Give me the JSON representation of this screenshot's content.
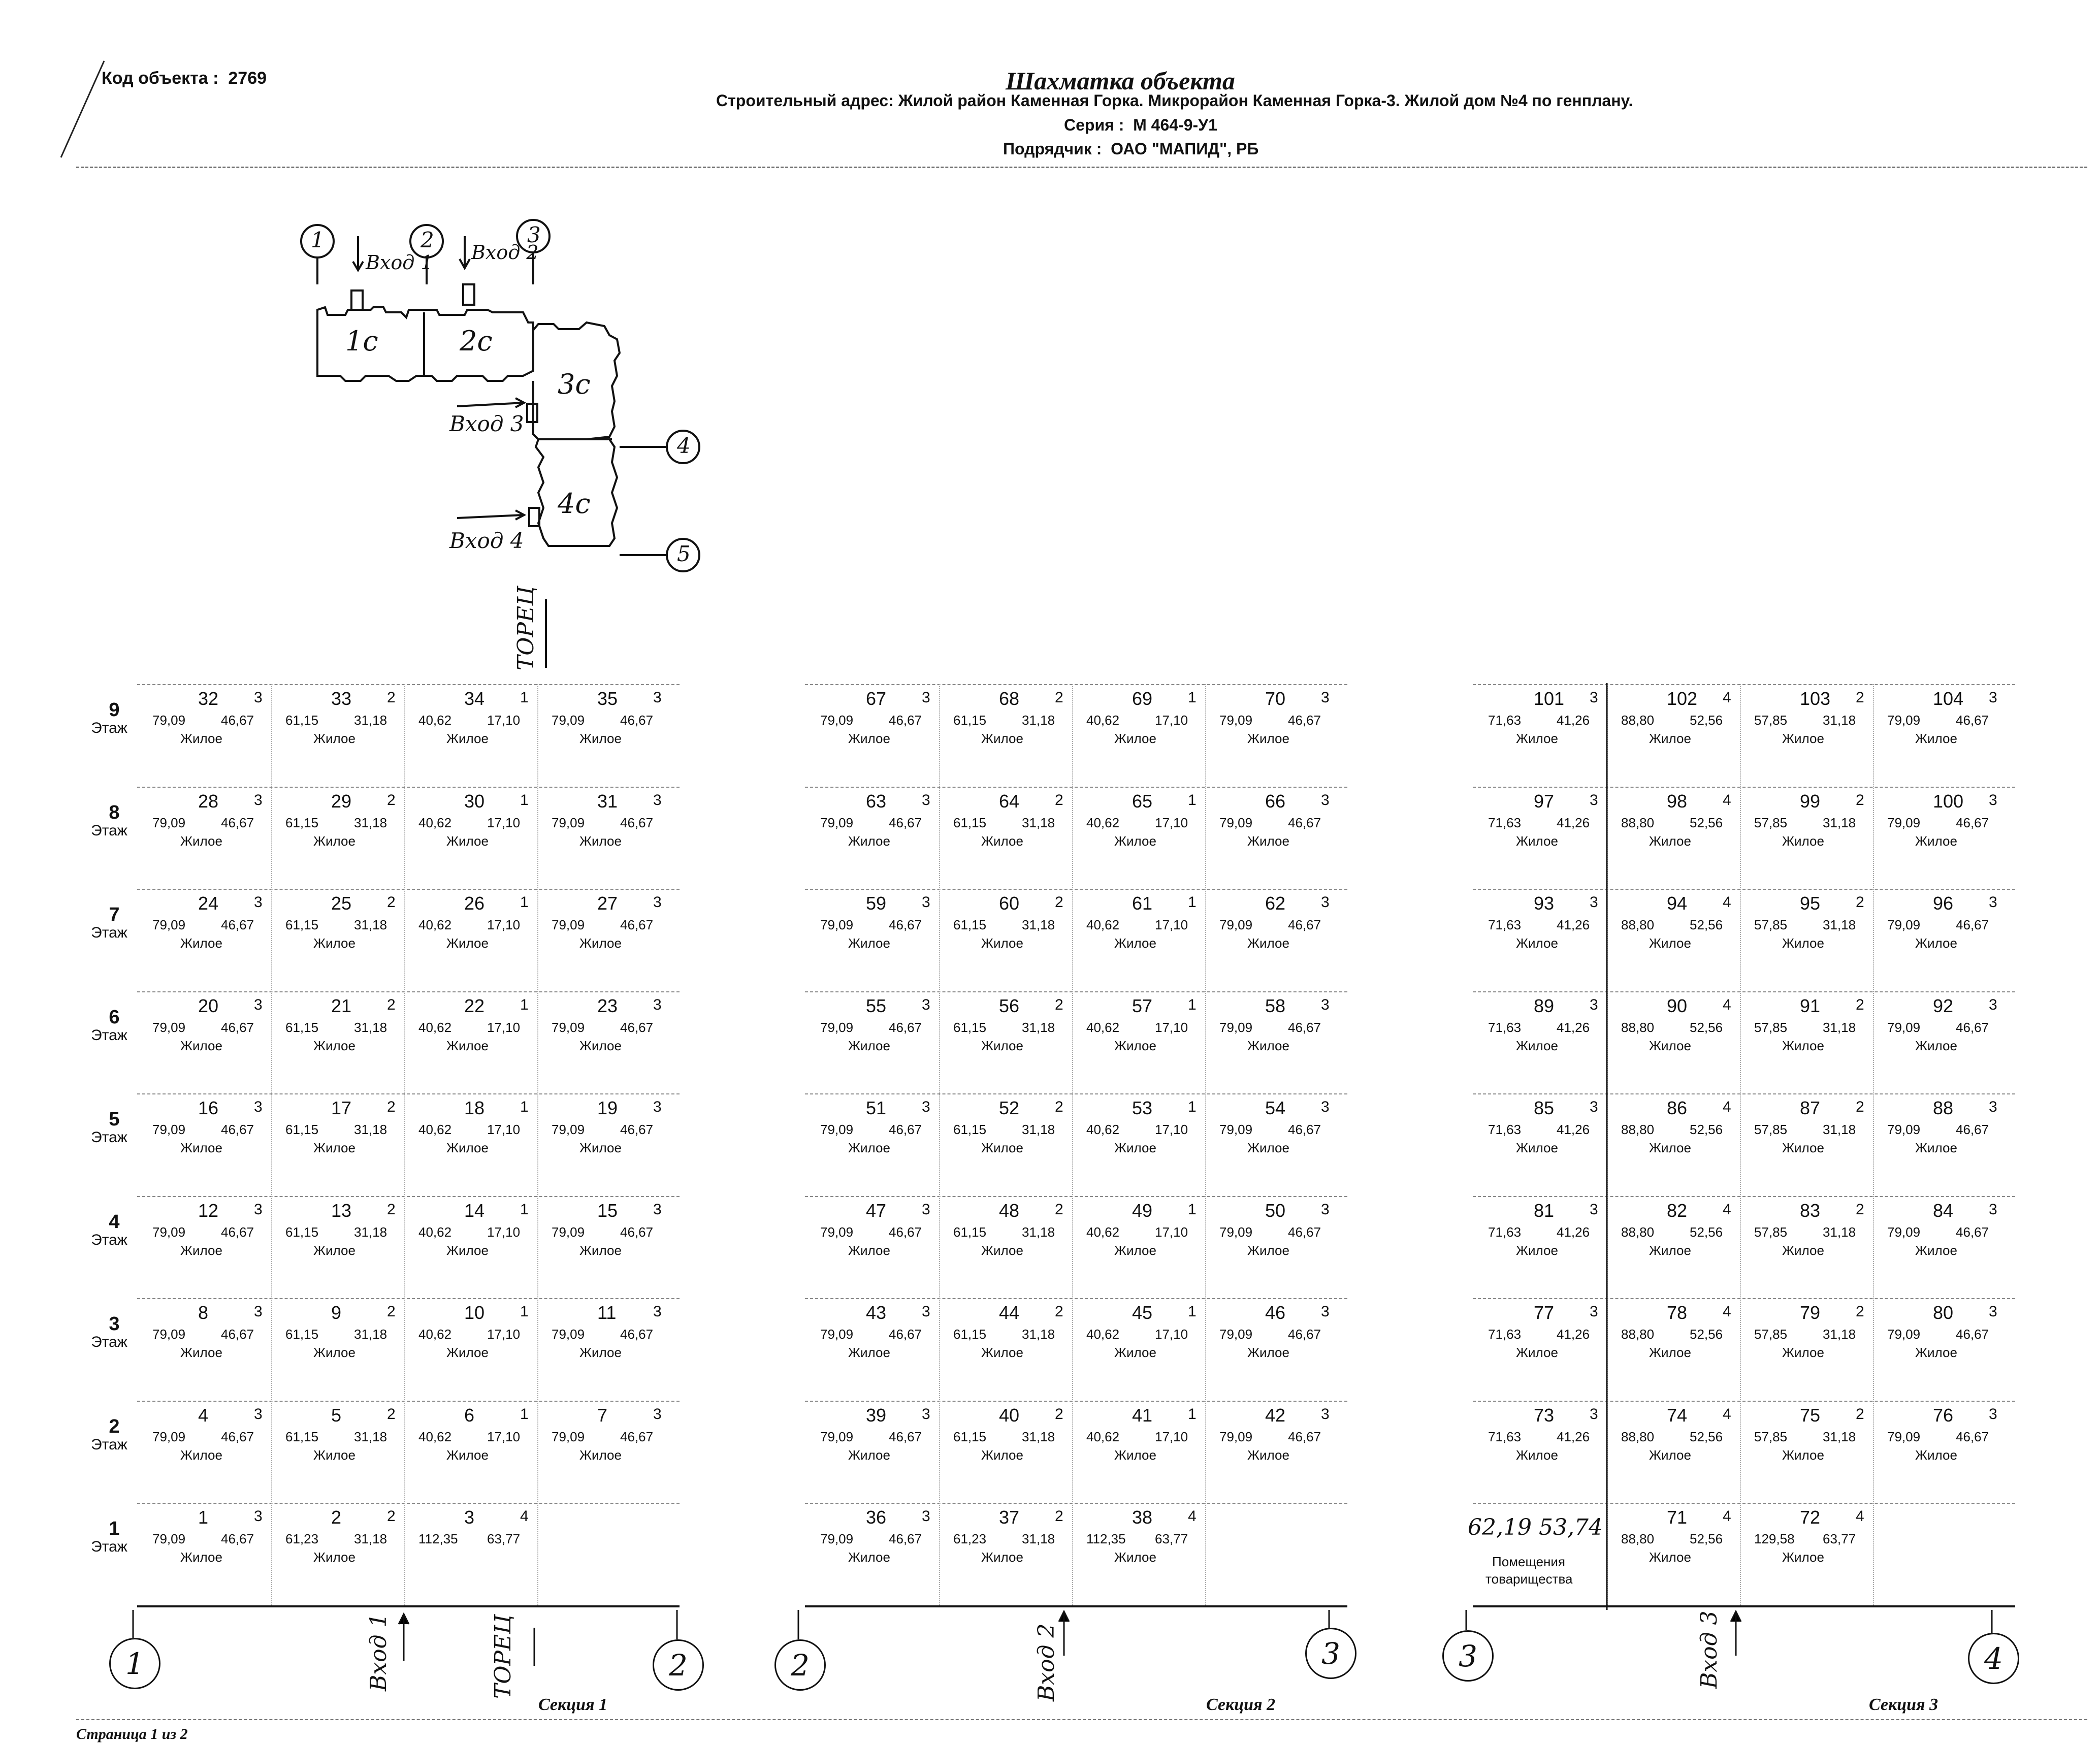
{
  "header": {
    "object_code_label": "Код объекта :",
    "object_code": "2769",
    "title": "Шахматка объекта",
    "address": "Строительный адрес: Жилой район Каменная Горка. Микрорайон Каменная Горка-3. Жилой дом №4 по генплану.",
    "series_label": "Серия :",
    "series": "М 464-9-У1",
    "contractor_label": "Подрядчик :",
    "contractor": "ОАО \"МАПИД\", РБ"
  },
  "plan": {
    "sections": [
      "1с",
      "2с",
      "3с",
      "4с"
    ],
    "axes": [
      "1",
      "2",
      "3",
      "4",
      "5"
    ],
    "entrances": [
      "Вход 1",
      "Вход 2",
      "Вход 3",
      "Вход 4"
    ],
    "end_label": "ТОРЕЦ"
  },
  "floor_word": "Этаж",
  "floors": [
    "9",
    "8",
    "7",
    "6",
    "5",
    "4",
    "3",
    "2",
    "1"
  ],
  "sections": [
    {
      "label": "Секция 1",
      "axis_left": "1",
      "axis_right": "2",
      "entrance": "Вход 1",
      "end_label": "ТОРЕЦ",
      "rows": [
        [
          {
            "n": "32",
            "r": "3",
            "t": "79,09",
            "l": "46,67",
            "u": "Жилое"
          },
          {
            "n": "33",
            "r": "2",
            "t": "61,15",
            "l": "31,18",
            "u": "Жилое"
          },
          {
            "n": "34",
            "r": "1",
            "t": "40,62",
            "l": "17,10",
            "u": "Жилое"
          },
          {
            "n": "35",
            "r": "3",
            "t": "79,09",
            "l": "46,67",
            "u": "Жилое"
          }
        ],
        [
          {
            "n": "28",
            "r": "3",
            "t": "79,09",
            "l": "46,67",
            "u": "Жилое"
          },
          {
            "n": "29",
            "r": "2",
            "t": "61,15",
            "l": "31,18",
            "u": "Жилое"
          },
          {
            "n": "30",
            "r": "1",
            "t": "40,62",
            "l": "17,10",
            "u": "Жилое"
          },
          {
            "n": "31",
            "r": "3",
            "t": "79,09",
            "l": "46,67",
            "u": "Жилое"
          }
        ],
        [
          {
            "n": "24",
            "r": "3",
            "t": "79,09",
            "l": "46,67",
            "u": "Жилое"
          },
          {
            "n": "25",
            "r": "2",
            "t": "61,15",
            "l": "31,18",
            "u": "Жилое"
          },
          {
            "n": "26",
            "r": "1",
            "t": "40,62",
            "l": "17,10",
            "u": "Жилое"
          },
          {
            "n": "27",
            "r": "3",
            "t": "79,09",
            "l": "46,67",
            "u": "Жилое"
          }
        ],
        [
          {
            "n": "20",
            "r": "3",
            "t": "79,09",
            "l": "46,67",
            "u": "Жилое"
          },
          {
            "n": "21",
            "r": "2",
            "t": "61,15",
            "l": "31,18",
            "u": "Жилое"
          },
          {
            "n": "22",
            "r": "1",
            "t": "40,62",
            "l": "17,10",
            "u": "Жилое"
          },
          {
            "n": "23",
            "r": "3",
            "t": "79,09",
            "l": "46,67",
            "u": "Жилое"
          }
        ],
        [
          {
            "n": "16",
            "r": "3",
            "t": "79,09",
            "l": "46,67",
            "u": "Жилое"
          },
          {
            "n": "17",
            "r": "2",
            "t": "61,15",
            "l": "31,18",
            "u": "Жилое"
          },
          {
            "n": "18",
            "r": "1",
            "t": "40,62",
            "l": "17,10",
            "u": "Жилое"
          },
          {
            "n": "19",
            "r": "3",
            "t": "79,09",
            "l": "46,67",
            "u": "Жилое"
          }
        ],
        [
          {
            "n": "12",
            "r": "3",
            "t": "79,09",
            "l": "46,67",
            "u": "Жилое"
          },
          {
            "n": "13",
            "r": "2",
            "t": "61,15",
            "l": "31,18",
            "u": "Жилое"
          },
          {
            "n": "14",
            "r": "1",
            "t": "40,62",
            "l": "17,10",
            "u": "Жилое"
          },
          {
            "n": "15",
            "r": "3",
            "t": "79,09",
            "l": "46,67",
            "u": "Жилое"
          }
        ],
        [
          {
            "n": "8",
            "r": "3",
            "t": "79,09",
            "l": "46,67",
            "u": "Жилое"
          },
          {
            "n": "9",
            "r": "2",
            "t": "61,15",
            "l": "31,18",
            "u": "Жилое"
          },
          {
            "n": "10",
            "r": "1",
            "t": "40,62",
            "l": "17,10",
            "u": "Жилое"
          },
          {
            "n": "11",
            "r": "3",
            "t": "79,09",
            "l": "46,67",
            "u": "Жилое"
          }
        ],
        [
          {
            "n": "4",
            "r": "3",
            "t": "79,09",
            "l": "46,67",
            "u": "Жилое"
          },
          {
            "n": "5",
            "r": "2",
            "t": "61,15",
            "l": "31,18",
            "u": "Жилое"
          },
          {
            "n": "6",
            "r": "1",
            "t": "40,62",
            "l": "17,10",
            "u": "Жилое"
          },
          {
            "n": "7",
            "r": "3",
            "t": "79,09",
            "l": "46,67",
            "u": "Жилое"
          }
        ],
        [
          {
            "n": "1",
            "r": "3",
            "t": "79,09",
            "l": "46,67",
            "u": "Жилое"
          },
          {
            "n": "2",
            "r": "2",
            "t": "61,23",
            "l": "31,18",
            "u": "Жилое"
          },
          {
            "n": "3",
            "r": "4",
            "t": "112,35",
            "l": "63,77",
            "u": ""
          }
        ]
      ]
    },
    {
      "label": "Секция 2",
      "axis_left": "2",
      "axis_right": "3",
      "entrance": "Вход 2",
      "rows": [
        [
          {
            "n": "67",
            "r": "3",
            "t": "79,09",
            "l": "46,67",
            "u": "Жилое"
          },
          {
            "n": "68",
            "r": "2",
            "t": "61,15",
            "l": "31,18",
            "u": "Жилое"
          },
          {
            "n": "69",
            "r": "1",
            "t": "40,62",
            "l": "17,10",
            "u": "Жилое"
          },
          {
            "n": "70",
            "r": "3",
            "t": "79,09",
            "l": "46,67",
            "u": "Жилое"
          }
        ],
        [
          {
            "n": "63",
            "r": "3",
            "t": "79,09",
            "l": "46,67",
            "u": "Жилое"
          },
          {
            "n": "64",
            "r": "2",
            "t": "61,15",
            "l": "31,18",
            "u": "Жилое"
          },
          {
            "n": "65",
            "r": "1",
            "t": "40,62",
            "l": "17,10",
            "u": "Жилое"
          },
          {
            "n": "66",
            "r": "3",
            "t": "79,09",
            "l": "46,67",
            "u": "Жилое"
          }
        ],
        [
          {
            "n": "59",
            "r": "3",
            "t": "79,09",
            "l": "46,67",
            "u": "Жилое"
          },
          {
            "n": "60",
            "r": "2",
            "t": "61,15",
            "l": "31,18",
            "u": "Жилое"
          },
          {
            "n": "61",
            "r": "1",
            "t": "40,62",
            "l": "17,10",
            "u": "Жилое"
          },
          {
            "n": "62",
            "r": "3",
            "t": "79,09",
            "l": "46,67",
            "u": "Жилое"
          }
        ],
        [
          {
            "n": "55",
            "r": "3",
            "t": "79,09",
            "l": "46,67",
            "u": "Жилое"
          },
          {
            "n": "56",
            "r": "2",
            "t": "61,15",
            "l": "31,18",
            "u": "Жилое"
          },
          {
            "n": "57",
            "r": "1",
            "t": "40,62",
            "l": "17,10",
            "u": "Жилое"
          },
          {
            "n": "58",
            "r": "3",
            "t": "79,09",
            "l": "46,67",
            "u": "Жилое"
          }
        ],
        [
          {
            "n": "51",
            "r": "3",
            "t": "79,09",
            "l": "46,67",
            "u": "Жилое"
          },
          {
            "n": "52",
            "r": "2",
            "t": "61,15",
            "l": "31,18",
            "u": "Жилое"
          },
          {
            "n": "53",
            "r": "1",
            "t": "40,62",
            "l": "17,10",
            "u": "Жилое"
          },
          {
            "n": "54",
            "r": "3",
            "t": "79,09",
            "l": "46,67",
            "u": "Жилое"
          }
        ],
        [
          {
            "n": "47",
            "r": "3",
            "t": "79,09",
            "l": "46,67",
            "u": "Жилое"
          },
          {
            "n": "48",
            "r": "2",
            "t": "61,15",
            "l": "31,18",
            "u": "Жилое"
          },
          {
            "n": "49",
            "r": "1",
            "t": "40,62",
            "l": "17,10",
            "u": "Жилое"
          },
          {
            "n": "50",
            "r": "3",
            "t": "79,09",
            "l": "46,67",
            "u": "Жилое"
          }
        ],
        [
          {
            "n": "43",
            "r": "3",
            "t": "79,09",
            "l": "46,67",
            "u": "Жилое"
          },
          {
            "n": "44",
            "r": "2",
            "t": "61,15",
            "l": "31,18",
            "u": "Жилое"
          },
          {
            "n": "45",
            "r": "1",
            "t": "40,62",
            "l": "17,10",
            "u": "Жилое"
          },
          {
            "n": "46",
            "r": "3",
            "t": "79,09",
            "l": "46,67",
            "u": "Жилое"
          }
        ],
        [
          {
            "n": "39",
            "r": "3",
            "t": "79,09",
            "l": "46,67",
            "u": "Жилое"
          },
          {
            "n": "40",
            "r": "2",
            "t": "61,15",
            "l": "31,18",
            "u": "Жилое"
          },
          {
            "n": "41",
            "r": "1",
            "t": "40,62",
            "l": "17,10",
            "u": "Жилое"
          },
          {
            "n": "42",
            "r": "3",
            "t": "79,09",
            "l": "46,67",
            "u": "Жилое"
          }
        ],
        [
          {
            "n": "36",
            "r": "3",
            "t": "79,09",
            "l": "46,67",
            "u": "Жилое"
          },
          {
            "n": "37",
            "r": "2",
            "t": "61,23",
            "l": "31,18",
            "u": "Жилое"
          },
          {
            "n": "38",
            "r": "4",
            "t": "112,35",
            "l": "63,77",
            "u": "Жилое"
          }
        ]
      ]
    },
    {
      "label": "Секция 3",
      "axis_left": "3",
      "axis_right": "4",
      "entrance": "Вход 3",
      "commercial": {
        "handwritten": "62,19  53,74",
        "line1": "Помещения",
        "line2": "товарищества"
      },
      "rows": [
        [
          {
            "n": "101",
            "r": "3",
            "t": "71,63",
            "l": "41,26",
            "u": "Жилое"
          },
          {
            "n": "102",
            "r": "4",
            "t": "88,80",
            "l": "52,56",
            "u": "Жилое"
          },
          {
            "n": "103",
            "r": "2",
            "t": "57,85",
            "l": "31,18",
            "u": "Жилое"
          },
          {
            "n": "104",
            "r": "3",
            "t": "79,09",
            "l": "46,67",
            "u": "Жилое"
          }
        ],
        [
          {
            "n": "97",
            "r": "3",
            "t": "71,63",
            "l": "41,26",
            "u": "Жилое"
          },
          {
            "n": "98",
            "r": "4",
            "t": "88,80",
            "l": "52,56",
            "u": "Жилое"
          },
          {
            "n": "99",
            "r": "2",
            "t": "57,85",
            "l": "31,18",
            "u": "Жилое"
          },
          {
            "n": "100",
            "r": "3",
            "t": "79,09",
            "l": "46,67",
            "u": "Жилое"
          }
        ],
        [
          {
            "n": "93",
            "r": "3",
            "t": "71,63",
            "l": "41,26",
            "u": "Жилое"
          },
          {
            "n": "94",
            "r": "4",
            "t": "88,80",
            "l": "52,56",
            "u": "Жилое"
          },
          {
            "n": "95",
            "r": "2",
            "t": "57,85",
            "l": "31,18",
            "u": "Жилое"
          },
          {
            "n": "96",
            "r": "3",
            "t": "79,09",
            "l": "46,67",
            "u": "Жилое"
          }
        ],
        [
          {
            "n": "89",
            "r": "3",
            "t": "71,63",
            "l": "41,26",
            "u": "Жилое"
          },
          {
            "n": "90",
            "r": "4",
            "t": "88,80",
            "l": "52,56",
            "u": "Жилое"
          },
          {
            "n": "91",
            "r": "2",
            "t": "57,85",
            "l": "31,18",
            "u": "Жилое"
          },
          {
            "n": "92",
            "r": "3",
            "t": "79,09",
            "l": "46,67",
            "u": "Жилое"
          }
        ],
        [
          {
            "n": "85",
            "r": "3",
            "t": "71,63",
            "l": "41,26",
            "u": "Жилое"
          },
          {
            "n": "86",
            "r": "4",
            "t": "88,80",
            "l": "52,56",
            "u": "Жилое"
          },
          {
            "n": "87",
            "r": "2",
            "t": "57,85",
            "l": "31,18",
            "u": "Жилое"
          },
          {
            "n": "88",
            "r": "3",
            "t": "79,09",
            "l": "46,67",
            "u": "Жилое"
          }
        ],
        [
          {
            "n": "81",
            "r": "3",
            "t": "71,63",
            "l": "41,26",
            "u": "Жилое"
          },
          {
            "n": "82",
            "r": "4",
            "t": "88,80",
            "l": "52,56",
            "u": "Жилое"
          },
          {
            "n": "83",
            "r": "2",
            "t": "57,85",
            "l": "31,18",
            "u": "Жилое"
          },
          {
            "n": "84",
            "r": "3",
            "t": "79,09",
            "l": "46,67",
            "u": "Жилое"
          }
        ],
        [
          {
            "n": "77",
            "r": "3",
            "t": "71,63",
            "l": "41,26",
            "u": "Жилое"
          },
          {
            "n": "78",
            "r": "4",
            "t": "88,80",
            "l": "52,56",
            "u": "Жилое"
          },
          {
            "n": "79",
            "r": "2",
            "t": "57,85",
            "l": "31,18",
            "u": "Жилое"
          },
          {
            "n": "80",
            "r": "3",
            "t": "79,09",
            "l": "46,67",
            "u": "Жилое"
          }
        ],
        [
          {
            "n": "73",
            "r": "3",
            "t": "71,63",
            "l": "41,26",
            "u": "Жилое"
          },
          {
            "n": "74",
            "r": "4",
            "t": "88,80",
            "l": "52,56",
            "u": "Жилое"
          },
          {
            "n": "75",
            "r": "2",
            "t": "57,85",
            "l": "31,18",
            "u": "Жилое"
          },
          {
            "n": "76",
            "r": "3",
            "t": "79,09",
            "l": "46,67",
            "u": "Жилое"
          }
        ],
        [
          {
            "n": "",
            "r": "",
            "t": "",
            "l": "",
            "u": ""
          },
          {
            "n": "71",
            "r": "4",
            "t": "88,80",
            "l": "52,56",
            "u": "Жилое"
          },
          {
            "n": "72",
            "r": "4",
            "t": "129,58",
            "l": "63,77",
            "u": "Жилое"
          }
        ]
      ]
    }
  ],
  "footer": "Страница 1 из 2"
}
